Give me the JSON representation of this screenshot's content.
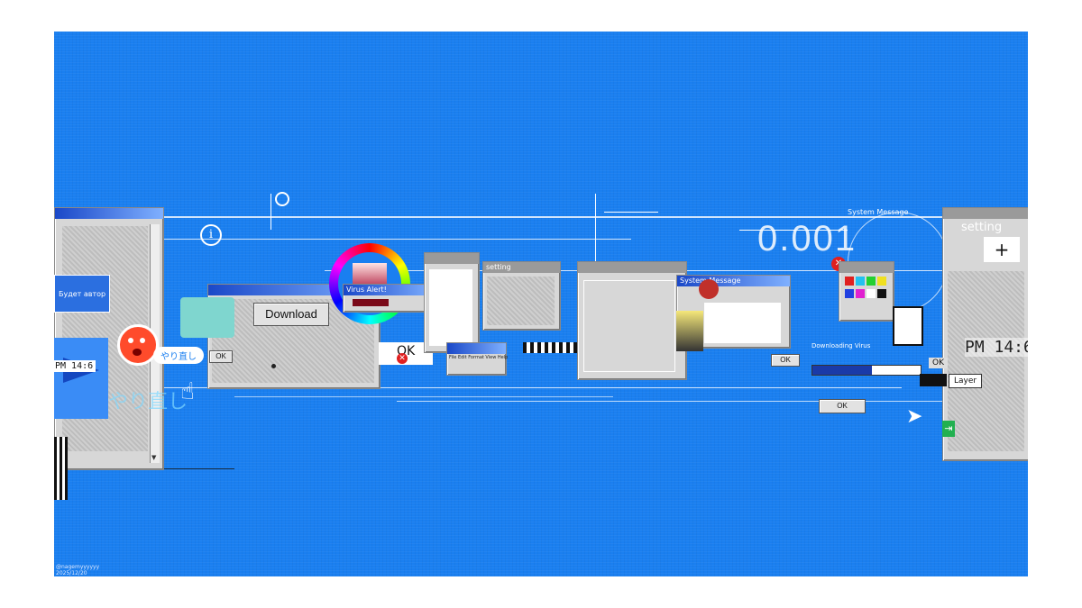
{
  "colors": {
    "background": "#1a7ff0",
    "window_gray": "#d7d7d7",
    "title_blue": "#1a48c8",
    "alert_red": "#e02020"
  },
  "labels": {
    "download": "Download",
    "ok": "OK",
    "ok_small": "OK",
    "virus_alert": "Virus Alert!",
    "system_message": "System Message",
    "setting_right": "setting",
    "setting_small": "setting",
    "counter": "0.001",
    "downloading_virus": "Downloading Virus",
    "layer": "Layer",
    "yarinaoshi_badge": "やり直し",
    "yarinaoshi_large": "やり直し",
    "cyrillic_header": "Будет автор",
    "clock_left": "PM 14:6",
    "clock_right": "PM 14:6",
    "mini_window_menu": "File  Edit  Format  View  Help",
    "info_symbol": "i"
  },
  "footer": {
    "author": "@nagemyyyyyy",
    "date": "2025/12/20"
  }
}
